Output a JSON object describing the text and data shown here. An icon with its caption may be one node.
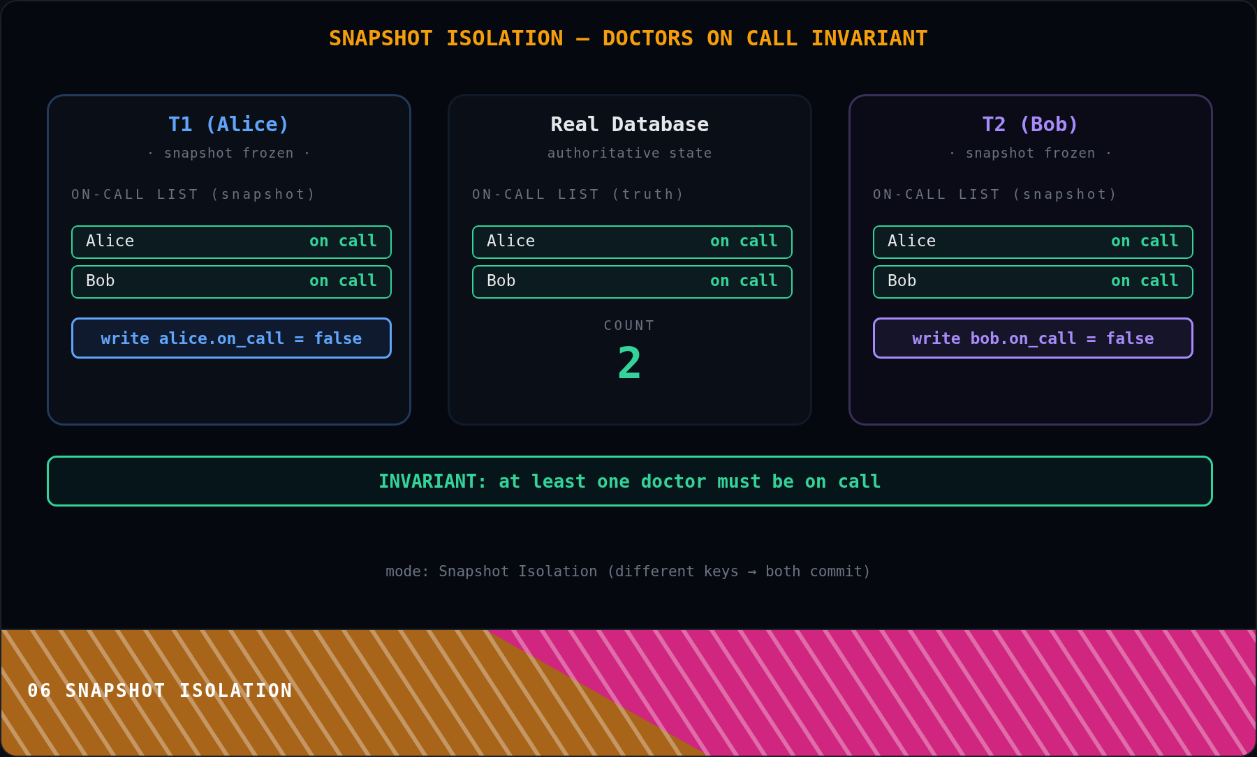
{
  "diagram": {
    "title": "SNAPSHOT ISOLATION — DOCTORS ON CALL INVARIANT",
    "nodes": [
      {
        "text": [
          "T1 (Alice)",
          "· snapshot frozen ·",
          "ON-CALL LIST (snapshot)"
        ]
      },
      {
        "text": [
          "Alice",
          "on call"
        ],
        "in": 0
      },
      {
        "text": [
          "Bob",
          "on call"
        ],
        "in": 0
      },
      {
        "text": [
          "write alice.on_call = false"
        ],
        "in": 0
      },
      {
        "text": [
          "Real Database",
          "authoritative state",
          "ON-CALL LIST (truth)",
          "COUNT",
          "2"
        ]
      },
      {
        "text": [
          "Alice",
          "on call"
        ],
        "in": 4
      },
      {
        "text": [
          "Bob",
          "on call"
        ],
        "in": 4
      },
      {
        "text": [
          "T2 (Bob)",
          "· snapshot frozen ·",
          "ON-CALL LIST (snapshot)"
        ]
      },
      {
        "text": [
          "Alice",
          "on call"
        ],
        "in": 7
      },
      {
        "text": [
          "Bob",
          "on call"
        ],
        "in": 7
      },
      {
        "text": [
          "write bob.on_call = false"
        ],
        "in": 7
      },
      {
        "text": [
          "INVARIANT: at least one doctor must be on call"
        ]
      },
      {
        "text": [
          "06 SNAPSHOT ISOLATION"
        ]
      }
    ],
    "labels": [
      "mode: Snapshot Isolation (different keys → both commit)"
    ]
  }
}
